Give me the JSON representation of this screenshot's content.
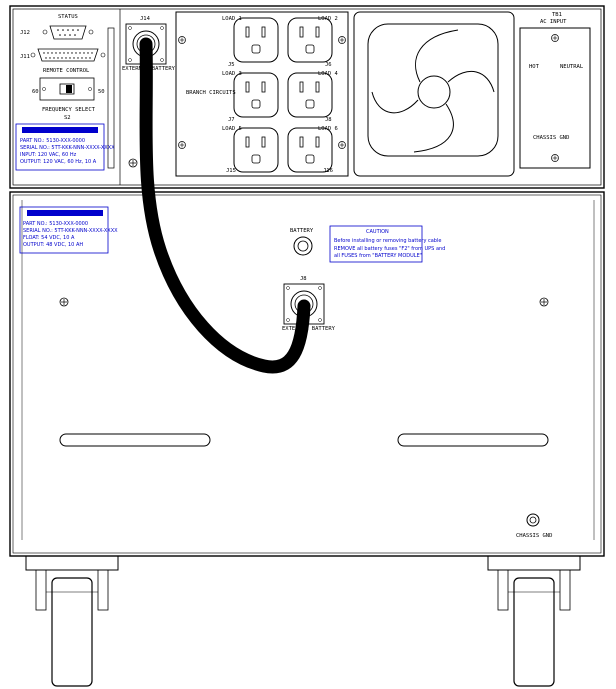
{
  "rear_panel": {
    "status_label": "STATUS",
    "j12_label": "J12",
    "j11_label": "J11",
    "remote_control_label": "REMOTE CONTROL",
    "freq_60_label": "60",
    "freq_50_label": "50",
    "frequency_select_label": "FREQUENCY SELECT",
    "s2_label": "S2",
    "j14_label": "J14",
    "ext_battery_top_label": "EXTERNAL BATTERY",
    "load_labels": [
      "LOAD 1",
      "LOAD 2",
      "LOAD 3",
      "LOAD 4",
      "LOAD 5",
      "LOAD 6"
    ],
    "jack_labels": [
      "J5",
      "J6",
      "J7",
      "J8",
      "J15",
      "J16"
    ],
    "branch_circuits_label": "BRANCH CIRCUITS",
    "tb1_label": "TB1",
    "ac_input_label": "AC INPUT",
    "hot_label": "HOT",
    "neutral_label": "NEUTRAL",
    "chassis_gnd_top_label": "CHASSIS GND"
  },
  "top_nameplate": {
    "lines": [
      "PART NO.: 5130-XXX-0000",
      "SERIAL NO.: 5TT-KKK-NNN-XXXX-XXXX",
      "INPUT: 120 VAC, 60 Hz",
      "OUTPUT: 120 VAC, 60 Hz, 10 A"
    ]
  },
  "battery_module": {
    "nameplate_lines": [
      "PART NO.: 5130-XXX-0000",
      "SERIAL NO.: 5TT-KKK-NNN-XXXX-XXXX",
      "FLOAT: 54 VDC, 10 A",
      "OUTPUT: 48 VDC, 10 AH"
    ],
    "battery_label": "BATTERY",
    "caution_title": "CAUTION",
    "caution_lines": [
      "Before installing or removing battery cable",
      "REMOVE all battery fuses \"F2\" from UPS and",
      "all FUSES from \"BATTERY MODULE\""
    ],
    "j8_label": "J8",
    "ext_battery_label": "EXTERNAL BATTERY",
    "chassis_gnd_label": "CHASSIS GND"
  },
  "colors": {
    "line": "#000000",
    "label_blue": "#0000cc",
    "cable": "#000000"
  },
  "icons": [
    "screw-head",
    "db9-connector",
    "db25-connector",
    "dip-switch",
    "nema-outlet",
    "fan-grille",
    "circular-connector",
    "ground-stud",
    "caster-wheel"
  ]
}
